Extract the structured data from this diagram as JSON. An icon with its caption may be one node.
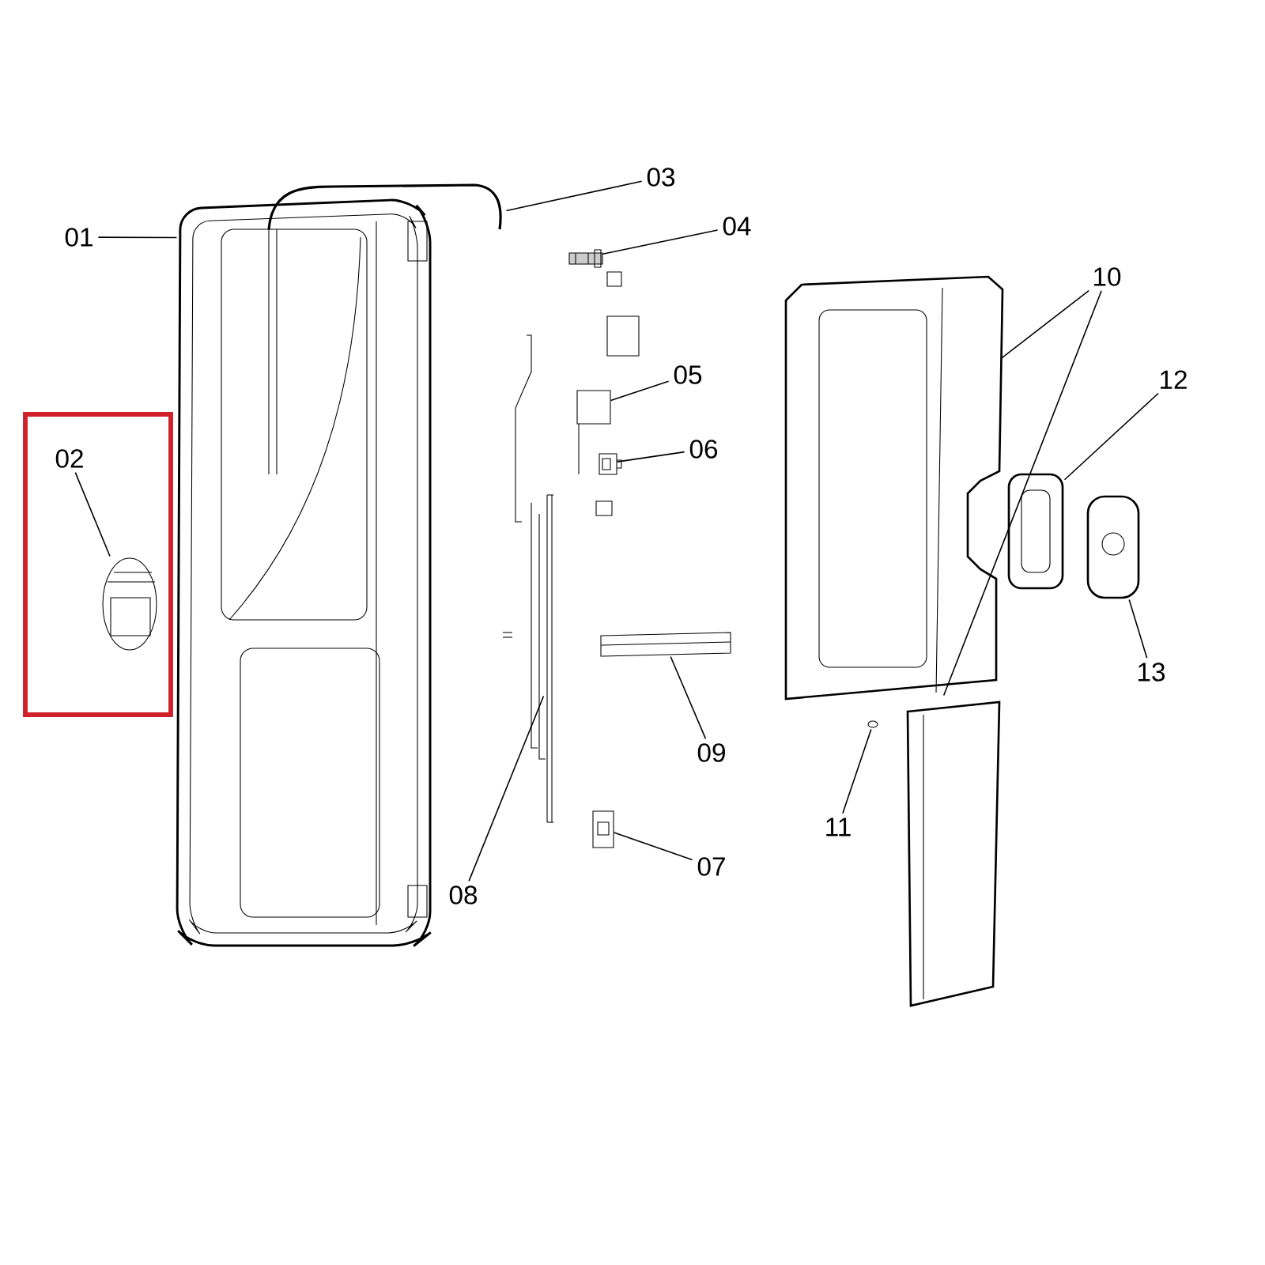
{
  "diagram": {
    "nodes": [
      {
        "text": [
          "01"
        ]
      },
      {
        "text": [],
        "shape": "picture"
      },
      {
        "text": [],
        "shape": "box"
      },
      {
        "text": [
          "02"
        ],
        "in": 2
      },
      {
        "text": [],
        "shape": "picture",
        "in": 2
      },
      {
        "text": [
          "03"
        ]
      },
      {
        "text": [],
        "shape": "picture"
      },
      {
        "text": [
          "04"
        ]
      },
      {
        "text": [],
        "shape": "picture"
      },
      {
        "text": [
          "05"
        ]
      },
      {
        "text": [],
        "shape": "picture"
      },
      {
        "text": [
          "06"
        ]
      },
      {
        "text": [],
        "shape": "picture"
      },
      {
        "text": [
          "07"
        ]
      },
      {
        "text": [],
        "shape": "picture"
      },
      {
        "text": [
          "08"
        ]
      },
      {
        "text": [],
        "shape": "picture"
      },
      {
        "text": [
          "09"
        ]
      },
      {
        "text": [],
        "shape": "picture"
      },
      {
        "text": [
          "10"
        ]
      },
      {
        "text": [],
        "shape": "picture"
      },
      {
        "text": [],
        "shape": "picture"
      },
      {
        "text": [
          "11"
        ]
      },
      {
        "text": [],
        "shape": "picture"
      },
      {
        "text": [
          "12"
        ]
      },
      {
        "text": [],
        "shape": "picture"
      },
      {
        "text": [
          "13"
        ]
      },
      {
        "text": [],
        "shape": "picture"
      }
    ],
    "edges": [
      {
        "from": 0,
        "to": 1,
        "arrow": "none"
      },
      {
        "from": 3,
        "to": 4,
        "arrow": "none"
      },
      {
        "from": 5,
        "to": 6,
        "arrow": "none"
      },
      {
        "from": 7,
        "to": 8,
        "arrow": "none"
      },
      {
        "from": 9,
        "to": 10,
        "arrow": "none"
      },
      {
        "from": 11,
        "to": 12,
        "arrow": "none"
      },
      {
        "from": 13,
        "to": 14,
        "arrow": "none"
      },
      {
        "from": 15,
        "to": 16,
        "arrow": "none"
      },
      {
        "from": 17,
        "to": 18,
        "arrow": "none"
      },
      {
        "from": 19,
        "to": 20,
        "arrow": "none"
      },
      {
        "from": 19,
        "to": 21,
        "arrow": "none"
      },
      {
        "from": 22,
        "to": 23,
        "arrow": "none"
      },
      {
        "from": 24,
        "to": 25,
        "arrow": "none"
      },
      {
        "from": 26,
        "to": 27,
        "arrow": "none"
      }
    ]
  }
}
